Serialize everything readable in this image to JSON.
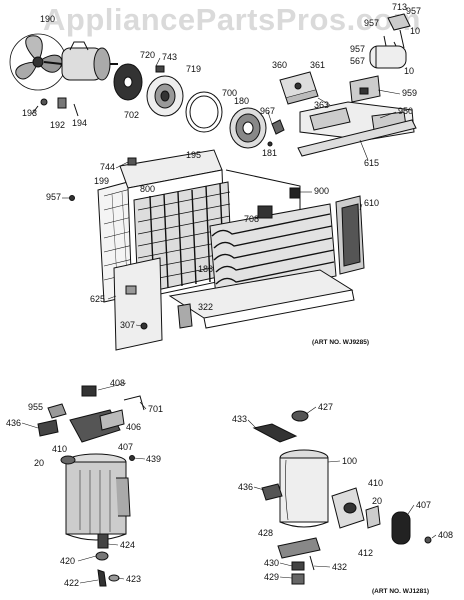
{
  "watermark": "AppliancePartsPros.com",
  "colors": {
    "ink": "#111111",
    "watermark": "#9a9a9a",
    "paper": "#ffffff"
  },
  "art_numbers": {
    "top": "(ART NO. WJ9285)",
    "bottom_right": "(ART NO. WJ1281)"
  },
  "labels": {
    "p190": "190",
    "p193": "193",
    "p192": "192",
    "p194": "194",
    "p720": "720",
    "p743": "743",
    "p719": "719",
    "p702": "702",
    "p700": "700",
    "p180": "180",
    "p360": "360",
    "p361": "361",
    "p363": "363",
    "p967": "967",
    "p181": "181",
    "p957a": "957",
    "p713": "713",
    "p957b": "957",
    "p10a": "10",
    "p957c": "957",
    "p567": "567",
    "p10b": "10",
    "p959": "959",
    "p950": "950",
    "p615": "615",
    "p744": "744",
    "p195": "195",
    "p199": "199",
    "p957d": "957",
    "p800": "800",
    "p900": "900",
    "p610": "610",
    "p708": "708",
    "p186": "186",
    "p625": "625",
    "p322": "322",
    "p307": "307",
    "p408a": "408",
    "p955": "955",
    "p701": "701",
    "p436a": "436",
    "p406": "406",
    "p410a": "410",
    "p407a": "407",
    "p20a": "20",
    "p439": "439",
    "p424": "424",
    "p420": "420",
    "p422": "422",
    "p423": "423",
    "p433": "433",
    "p427": "427",
    "p100": "100",
    "p436b": "436",
    "p410b": "410",
    "p20b": "20",
    "p407b": "407",
    "p428": "428",
    "p412": "412",
    "p408b": "408",
    "p430": "430",
    "p432": "432",
    "p429": "429"
  }
}
